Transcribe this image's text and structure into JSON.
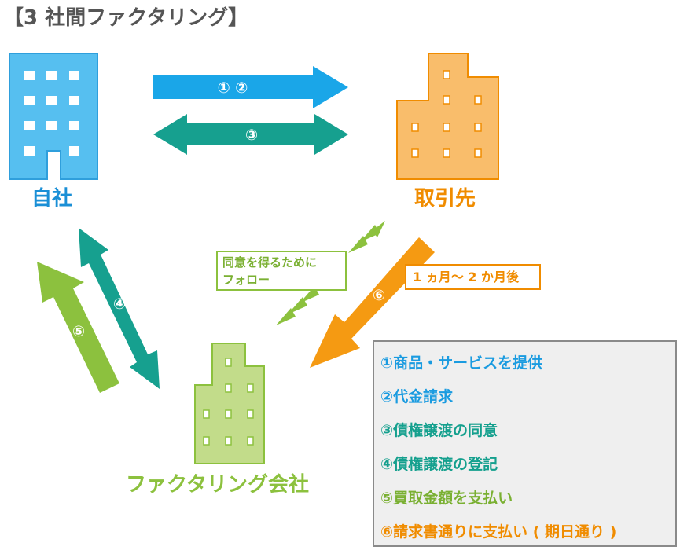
{
  "title": "【3 社間ファクタリング】",
  "entities": {
    "own_company": "自社",
    "client": "取引先",
    "factoring_company": "ファクタリング会社"
  },
  "arrows": {
    "a12": "① ②",
    "a3": "③",
    "a4": "④",
    "a5": "⑤",
    "a6": "⑥"
  },
  "notes": {
    "follow": [
      "同意を得るために",
      "フォロー"
    ],
    "timing": "1 ヵ月〜 2 か月後"
  },
  "legend": [
    "①商品・サービスを提供",
    "②代金請求",
    "③債権譲渡の同意",
    "④債権譲渡の登記",
    "⑤買取金額を支払い",
    "⑥請求書通りに支払い ( 期日通り )"
  ],
  "colors": {
    "blue": "#3bb4ee",
    "teal": "#16a08f",
    "green": "#8cc13e",
    "orange": "#f59a12",
    "client_building": "#f9bd6b",
    "factor_building": "#c2dc8a"
  }
}
